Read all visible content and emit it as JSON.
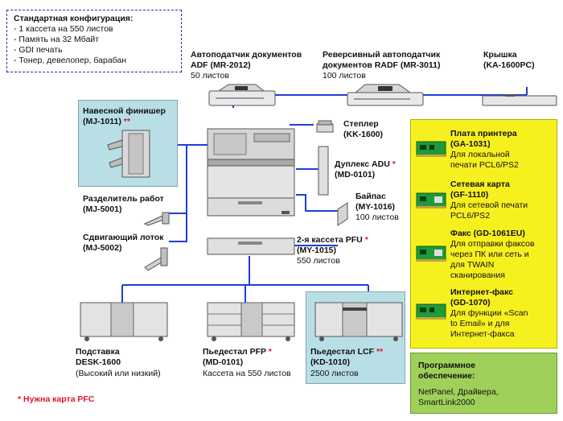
{
  "standard": {
    "title": "Стандартная конфигурация:",
    "items": [
      "- 1 кассета на 550 листов",
      "- Память на 32 Мбайт",
      "- GDI печать",
      "- Тонер, девелопер, барабан"
    ]
  },
  "adf": {
    "title1": "Автоподатчик документов",
    "title2": "ADF (MR-2012)",
    "sub": "50 листов"
  },
  "radf": {
    "title1": "Реверсивный автоподатчик",
    "title2": "документов RADF (MR-3011)",
    "sub": "100 листов"
  },
  "cover": {
    "title1": "Крышка",
    "title2": "(KA-1600PC)"
  },
  "finisher": {
    "title1": "Навесной финишер",
    "title2": "(MJ-1011)",
    "mark": "**"
  },
  "stapler": {
    "title1": "Степлер",
    "title2": "(KK-1600)"
  },
  "duplex": {
    "title1": "Дуплекс ADU",
    "mark": "*",
    "title2": "(MD-0101)"
  },
  "bypass": {
    "title1": "Байпас",
    "title2": "(MY-1016)",
    "sub": "100 листов"
  },
  "separator": {
    "title1": "Разделитель работ",
    "title2": "(MJ-5001)"
  },
  "shift_tray": {
    "title1": "Сдвигающий лоток",
    "title2": "(MJ-5002)"
  },
  "pfu": {
    "title1": "2-я кассета PFU",
    "mark": "*",
    "title2": "(MY-1015)",
    "sub": "550 листов"
  },
  "desk": {
    "title1": "Подставка",
    "title2": "DESK-1600",
    "sub": "(Высокий или низкий)"
  },
  "pfp": {
    "title1": "Пьедестал PFP",
    "mark": "*",
    "title2": "(MD-0101)",
    "sub": "Кассета на 550 листов"
  },
  "lcf": {
    "title1": "Пьедестал LCF",
    "mark": "**",
    "title2": "(KD-1010)",
    "sub": "2500 листов"
  },
  "options": [
    {
      "title1": "Плата принтера",
      "title2": "(GA-1031)",
      "desc": [
        "Для локальной",
        "печати PCL6/PS2"
      ]
    },
    {
      "title1": "Сетевая карта",
      "title2": "(GF-1110)",
      "desc": [
        "Для сетевой печати",
        "PCL6/PS2"
      ]
    },
    {
      "title1": "Факс (GD-1061EU)",
      "title2": "",
      "desc": [
        "Для отправки факсов",
        "через ПК или сеть и",
        "для TWAIN",
        "сканирования"
      ]
    },
    {
      "title1": "Интернет-факс",
      "title2": "(GD-1070)",
      "desc": [
        "Для функции «Scan",
        "to Email» и для",
        "Интернет-факса"
      ]
    }
  ],
  "software": {
    "title1": "Программное",
    "title2": "обеспечение:",
    "desc": [
      "NetPanel, Драйвера,",
      "SmartLink2000"
    ]
  },
  "footnote": "* Нужна карта PFC",
  "colors": {
    "line": "#1f3fd6",
    "note_border": "#2a2aa8",
    "highlight_blue": "#b9dfe6",
    "options_yellow": "#f7f01f",
    "software_green": "#9fd05a",
    "note_red": "#e0162b",
    "board_green": "#1e9a3a"
  }
}
